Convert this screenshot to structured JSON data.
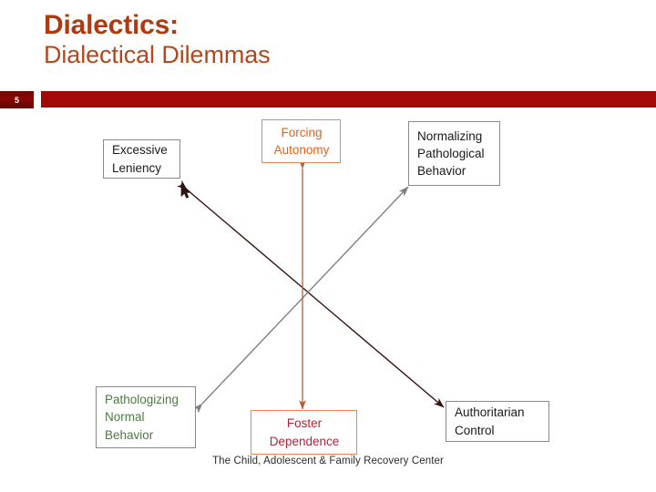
{
  "slide": {
    "number": "5",
    "title_line_1": "Dialectics:",
    "title_line_2": "Dialectical Dilemmas",
    "footer": "The Child, Adolescent & Family Recovery Center",
    "colors": {
      "title_primary": "#B03A10",
      "title_secondary": "#B5471C",
      "header_bar": "#A30A07",
      "number_box": "#6E0604",
      "orange_accent": "#E8601C",
      "green_accent": "#4E7A45",
      "crimson_accent": "#B02638",
      "gray_border": "#8A8A8A",
      "maroon_arrow": "#3A0E0E",
      "gray_arrow": "#808080"
    }
  },
  "diagram": {
    "type": "dialectical-dilemmas-cross",
    "nodes": [
      {
        "id": "excessive-leniency",
        "lines": [
          "Excessive",
          "Leniency"
        ],
        "position": "top-left",
        "text_color": "#1A1A1A",
        "border_color": "#8A8A8A"
      },
      {
        "id": "forcing-autonomy",
        "lines": [
          "Forcing",
          "Autonomy"
        ],
        "position": "top-center",
        "text_color": "#E8601C",
        "border_color": "#E8884F"
      },
      {
        "id": "normalizing-pathological-behavior",
        "lines": [
          "Normalizing",
          "Pathological",
          "Behavior"
        ],
        "position": "top-right",
        "text_color": "#1A1A1A",
        "border_color": "#8A8A8A"
      },
      {
        "id": "pathologizing-normal-behavior",
        "lines": [
          "Pathologizing",
          "Normal",
          "Behavior"
        ],
        "position": "bottom-left",
        "text_color": "#4E7A45",
        "border_color": "#8A8A8A"
      },
      {
        "id": "foster-dependence",
        "lines": [
          "Foster",
          "Dependence"
        ],
        "position": "bottom-center",
        "text_color": "#B02638",
        "border_color": "#E8884F"
      },
      {
        "id": "authoritarian-control",
        "lines": [
          "Authoritarian",
          "Control"
        ],
        "position": "bottom-right",
        "text_color": "#1A1A1A",
        "border_color": "#8A8A8A"
      }
    ],
    "connectors": [
      {
        "id": "leniency-to-authoritarian",
        "from": "excessive-leniency",
        "to": "authoritarian-control",
        "style": "double-headed-diagonal",
        "color": "#3A0E0E"
      },
      {
        "id": "pathologizing-to-normalizing",
        "from": "pathologizing-normal-behavior",
        "to": "normalizing-pathological-behavior",
        "style": "double-headed-diagonal",
        "color": "#808080"
      },
      {
        "id": "autonomy-to-dependence",
        "from": "forcing-autonomy",
        "to": "foster-dependence",
        "style": "double-headed-vertical",
        "color": "#C06A45"
      }
    ]
  },
  "cursor": {
    "name": "mouse-pointer"
  }
}
